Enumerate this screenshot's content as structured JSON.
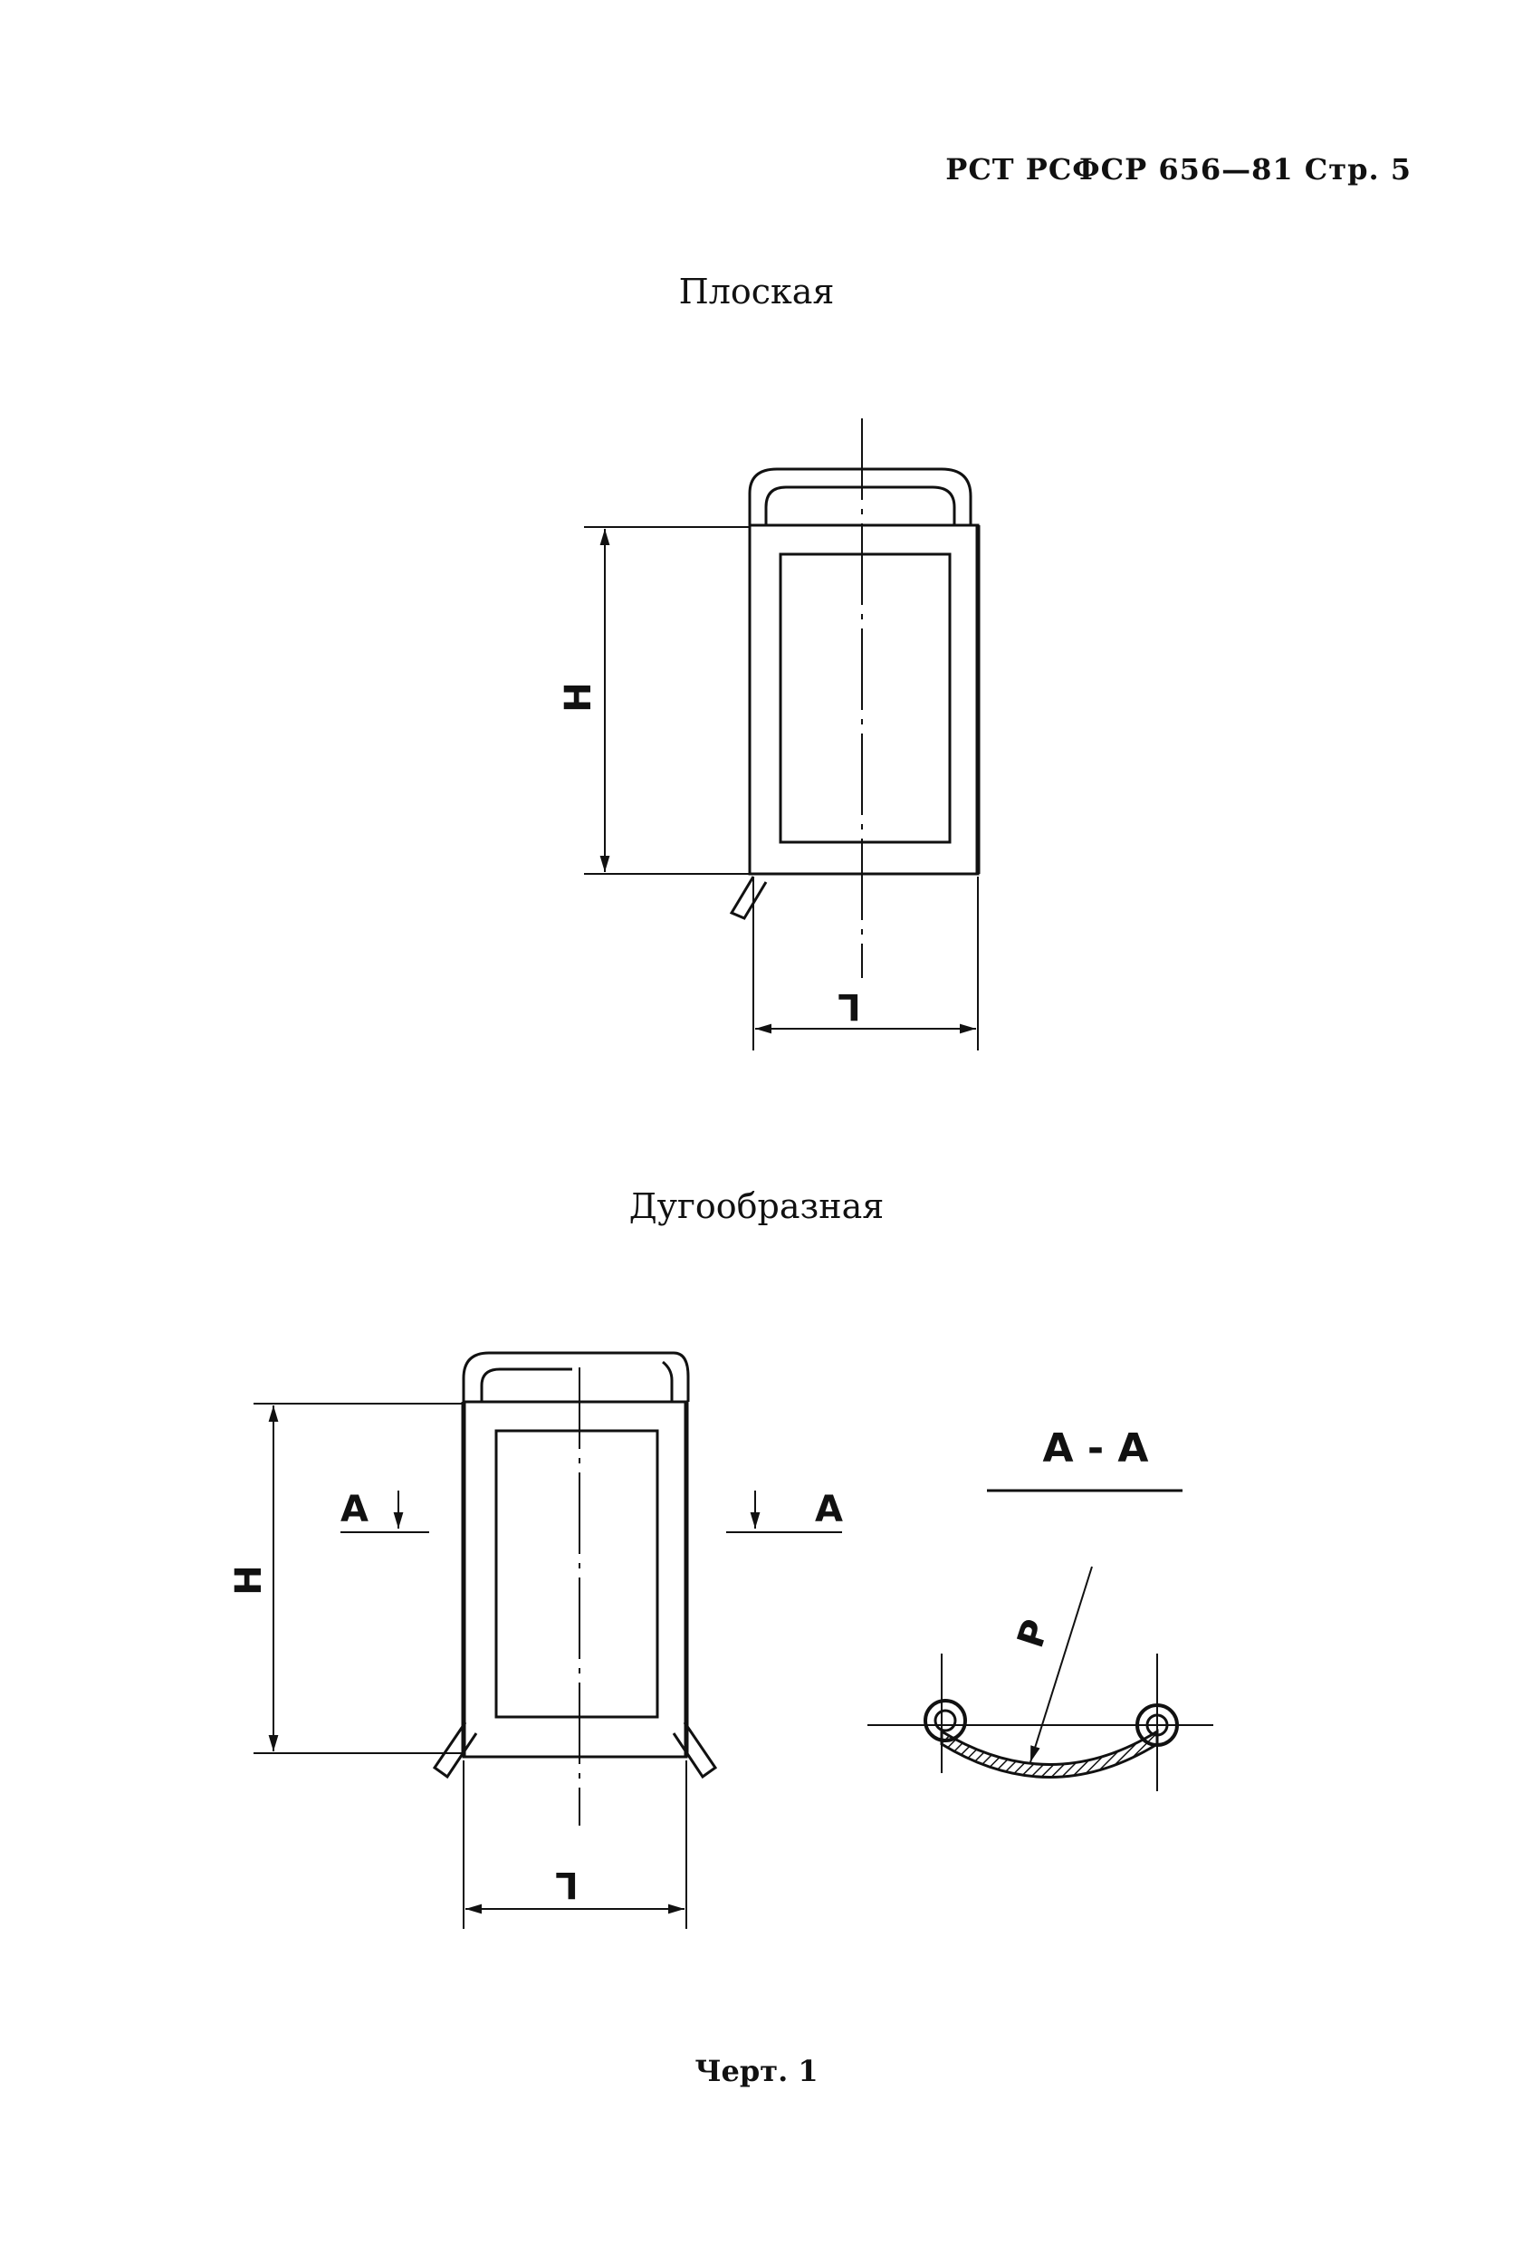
{
  "page": {
    "header": "РСТ РСФСР 656—81 Стр. 5",
    "figure_label": "Черт. 1"
  },
  "flat_view": {
    "caption": "Плоская",
    "height_label": "Н",
    "length_label": "L"
  },
  "arc_view": {
    "caption": "Дугообразная",
    "height_label": "Н",
    "length_label": "L",
    "section_mark_left": "А",
    "section_mark_right": "А",
    "section_title": "А - А",
    "radius_label": "Р"
  }
}
